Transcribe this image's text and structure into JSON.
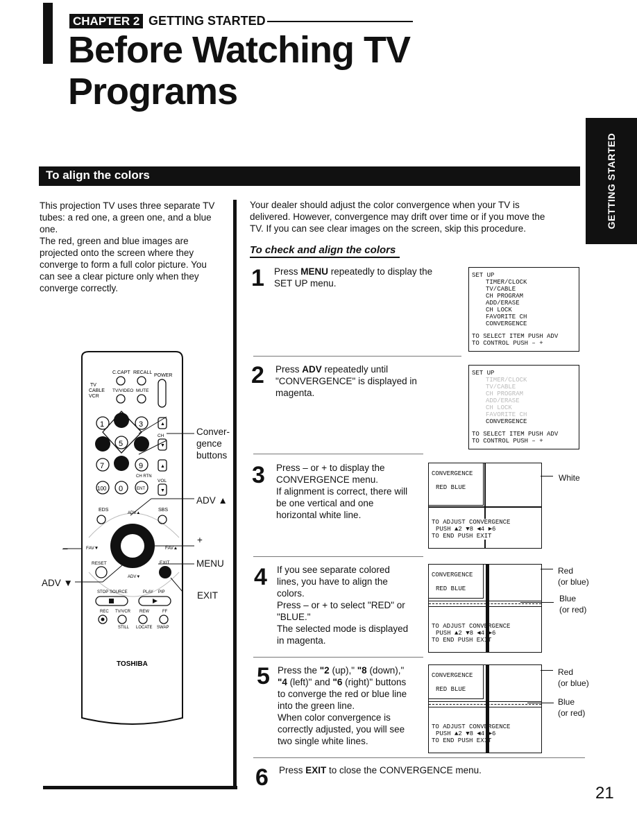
{
  "header": {
    "chapter_box": "CHAPTER 2",
    "chapter_title": "GETTING STARTED",
    "title_line1": "Before Watching TV",
    "title_line2": "Programs",
    "side_tab": "GETTING STARTED"
  },
  "section": {
    "title": "To align the colors"
  },
  "left_text": {
    "para1": [
      "This projection TV uses three separate TV",
      "tubes: a red one, a green one, and a blue",
      "one."
    ],
    "para2": [
      "The red, green and blue images are",
      "projected onto the screen where they",
      "converge to form a full color picture. You",
      "can see a clear picture only when they",
      "converge correctly."
    ]
  },
  "intro": [
    "Your dealer should adjust the color convergence when your TV is",
    "delivered. However, convergence may drift over time or if you move the",
    "TV. If you can see clear images on the screen, skip this procedure."
  ],
  "subhead": "To check and align the colors",
  "steps": [
    {
      "num": "1",
      "lines": [
        "Press MENU repeatedly to display the",
        "SET UP menu."
      ]
    },
    {
      "num": "2",
      "lines": [
        "Press ADV repeatedly until",
        "\"CONVERGENCE\" is displayed in",
        "magenta."
      ]
    },
    {
      "num": "3",
      "lines": [
        "Press – or + to display the",
        "CONVERGENCE menu.",
        "If alignment is correct, there will",
        "be one vertical and one",
        "horizontal white line."
      ]
    },
    {
      "num": "4",
      "lines": [
        "If you see separate colored",
        "lines, you have to align the",
        "colors.",
        "Press – or + to select \"RED\" or",
        "\"BLUE.\"",
        "The selected mode is displayed",
        "in magenta."
      ]
    },
    {
      "num": "5",
      "lines": [
        "Press the \"2 (up),\" \"8 (down),\"",
        "\"4 (left)\" and \"6 (right)\" buttons",
        "to converge the red or blue line",
        "into the green line.",
        "When color convergence is",
        "correctly adjusted, you will see",
        "two single white lines."
      ]
    },
    {
      "num": "6",
      "lines": [
        "Press EXIT to close the CONVERGENCE menu."
      ]
    }
  ],
  "setup_menu": {
    "title": "SET UP",
    "items": [
      "TIMER/CLOCK",
      "TV/CABLE",
      "CH PROGRAM",
      "ADD/ERASE",
      "CH LOCK",
      "FAVORITE CH",
      "CONVERGENCE"
    ],
    "footer1": "TO SELECT ITEM PUSH ADV",
    "footer2": "TO CONTROL PUSH – +"
  },
  "conv_menu": {
    "title": "CONVERGENCE",
    "modes": "RED BLUE",
    "adjust1": "TO ADJUST CONVERGENCE",
    "adjust2": "PUSH ▲2 ▼8 ◄4 ►6",
    "adjust3": "TO END PUSH EXIT"
  },
  "callouts": {
    "white": "White",
    "red": "Red",
    "or_blue": "(or blue)",
    "blue": "Blue",
    "or_red": "(or red)"
  },
  "remote": {
    "labels": {
      "conver": "Conver-",
      "gence": "gence",
      "buttons": "buttons",
      "adv_up": "ADV ▲",
      "plus": "+",
      "minus": "–",
      "menu": "MENU",
      "exit": "EXIT",
      "adv_down": "ADV ▼"
    },
    "small": {
      "ccapt": "C.CAPT",
      "recall": "RECALL",
      "power": "POWER",
      "tv": "TV",
      "cable": "CABLE",
      "vcr": "VCR",
      "tvvideo": "TV/VIDEO",
      "mute": "MUTE",
      "chrtn": "CH RTN",
      "vol": "VOL",
      "ch": "CH",
      "ent": "ENT",
      "eds": "EDS",
      "adv_up": "ADV▲",
      "sbs": "SBS",
      "fav_down": "FAV▼",
      "fav_up": "FAV▲",
      "reset": "RESET",
      "exit": "EXIT",
      "adv_down": "ADV▼",
      "stop": "STOP",
      "source": "SOURCE",
      "play": "PLAY",
      "pip": "PIP",
      "rec": "REC",
      "tvvcr": "TV/VCR",
      "rew": "REW",
      "ff": "FF",
      "still": "STILL",
      "locate": "LOCATE",
      "swap": "SWAP",
      "brand": "TOSHIBA",
      "n1": "1",
      "n3": "3",
      "n5": "5",
      "n7": "7",
      "n9": "9",
      "n0": "0",
      "n100": "100"
    }
  },
  "page_number": "21"
}
